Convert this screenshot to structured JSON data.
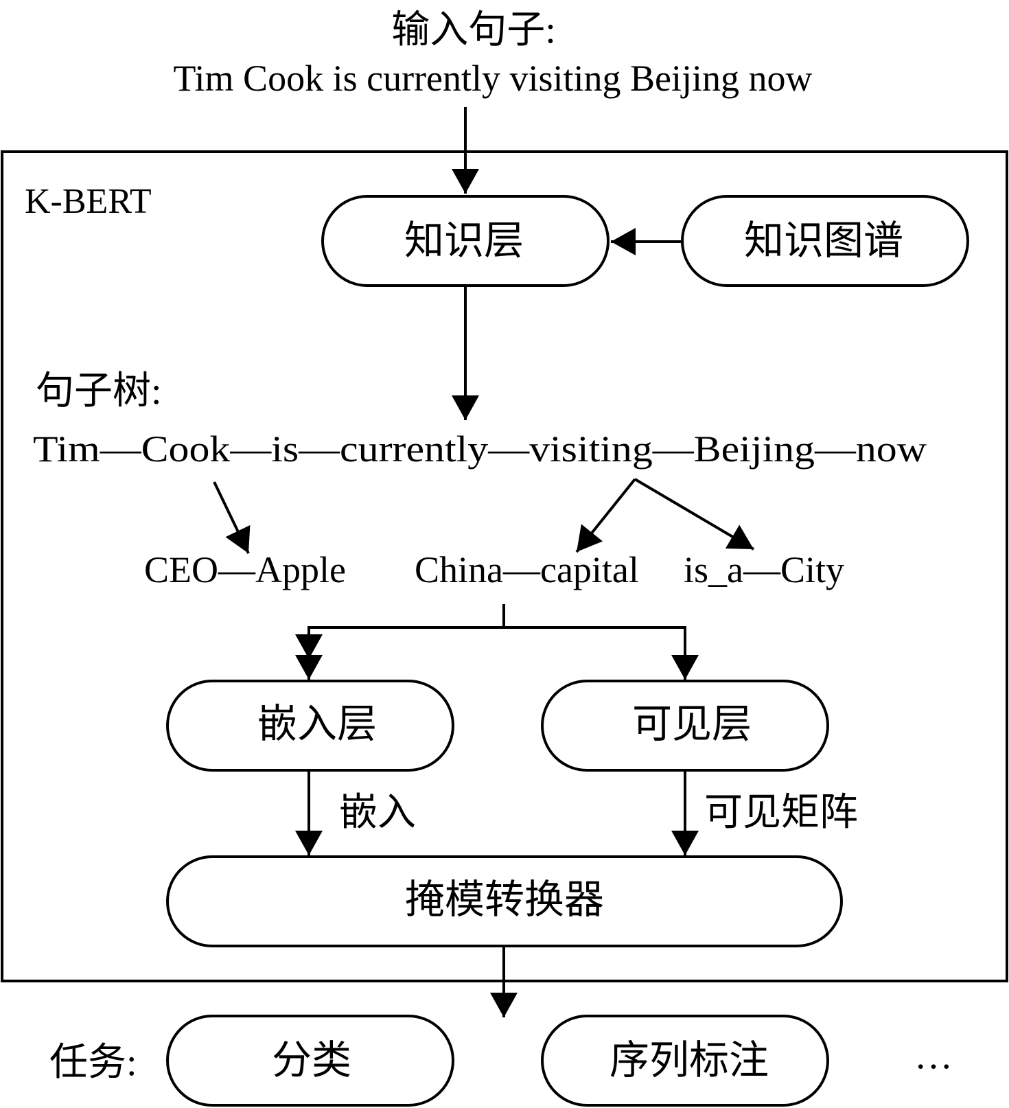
{
  "input": {
    "label": "输入句子:",
    "sentence": "Tim Cook is currently visiting Beijing now"
  },
  "frame": {
    "title": "K-BERT"
  },
  "nodes": {
    "knowledge_layer": "知识层",
    "knowledge_graph": "知识图谱",
    "embedding_layer": "嵌入层",
    "visible_layer": "可见层",
    "masked_transformer": "掩模转换器"
  },
  "sentence_tree": {
    "label": "句子树:",
    "trunk": "Tim—Cook—is—currently—visiting—Beijing—now",
    "branch_1": "CEO—Apple",
    "branch_2": "China—capital",
    "branch_3": "is_a—City"
  },
  "edges": {
    "embedding": "嵌入",
    "visible_matrix": "可见矩阵"
  },
  "tasks": {
    "label": "任务:",
    "classification": "分类",
    "sequence_labeling": "序列标注",
    "more": "…"
  }
}
